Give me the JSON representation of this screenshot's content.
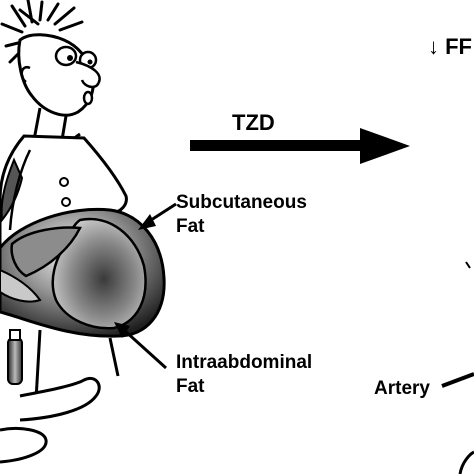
{
  "arrow_label": "TZD",
  "top_right_label": "↓ FF",
  "callouts": {
    "subcutaneous_line1": "Subcutaneous",
    "subcutaneous_line2": "Fat",
    "intraabdominal_line1": "Intraabdominal",
    "intraabdominal_line2": "Fat",
    "artery": "Artery"
  },
  "colors": {
    "ink": "#000000",
    "background": "#ffffff"
  },
  "icons": [
    "cartoon-man",
    "right-arrow",
    "artery-pointer"
  ]
}
